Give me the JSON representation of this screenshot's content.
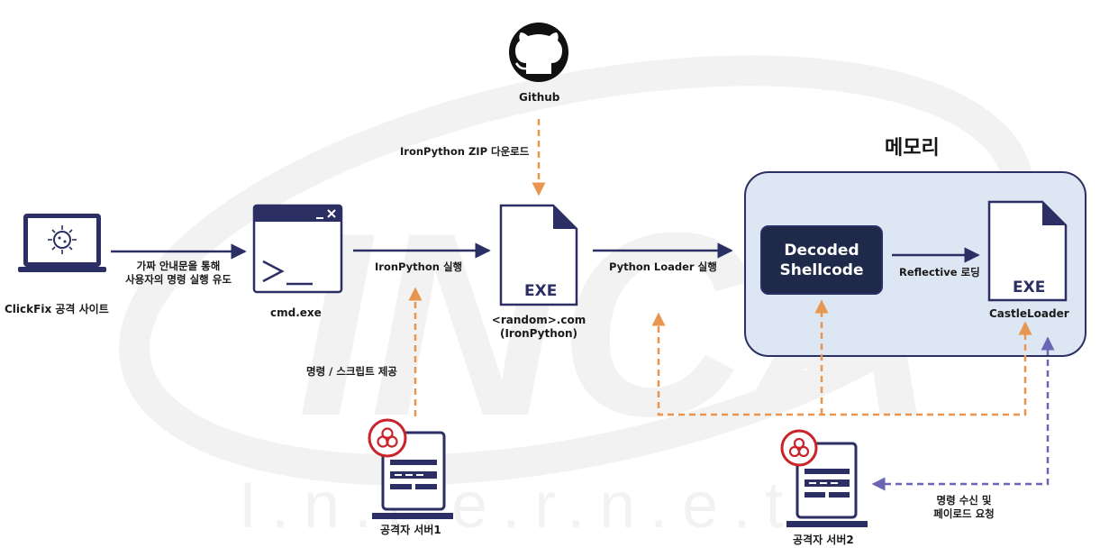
{
  "title": "메모리",
  "watermark": "INCA",
  "watermark_sub": "I.n.t.e.r.n.e.t",
  "nodes": {
    "clickfix": {
      "label": "ClickFix 공격 사이트",
      "icon": "laptop-virus-icon"
    },
    "cmd": {
      "label": "cmd.exe",
      "icon": "terminal-window-icon"
    },
    "github": {
      "label": "Github",
      "icon": "github-icon"
    },
    "random_exe": {
      "label_line1": "<random>.com",
      "label_line2": "(IronPython)",
      "file_tag": "EXE"
    },
    "shellcode": {
      "line1": "Decoded",
      "line2": "Shellcode"
    },
    "castle": {
      "label": "CastleLoader",
      "file_tag": "EXE"
    },
    "server1": {
      "label": "공격자 서버1",
      "icon": "biohazard-server-icon"
    },
    "server2": {
      "label": "공격자 서버2",
      "icon": "biohazard-server-icon"
    }
  },
  "edges": {
    "clickfix_cmd": {
      "line1": "가짜 안내문을 통해",
      "line2": "사용자의 명령 실행 유도"
    },
    "cmd_exe": {
      "label": "IronPython 실행"
    },
    "github_exe": {
      "label": "IronPython ZIP 다운로드"
    },
    "exe_memory": {
      "label": "Python Loader 실행"
    },
    "shell_castle": {
      "label": "Reflective 로딩"
    },
    "server1_cmd": {
      "label": "명령 / 스크립트 제공"
    },
    "castle_server2": {
      "line1": "명령 수신 및",
      "line2": "페이로드 요청"
    }
  },
  "colors": {
    "navy": "#2b2f63",
    "orange": "#e8964f",
    "purple": "#6b66b3",
    "memory_fill": "#dde6f3",
    "shellcode_fill": "#1f2a4a",
    "biohazard": "#c9242b"
  }
}
